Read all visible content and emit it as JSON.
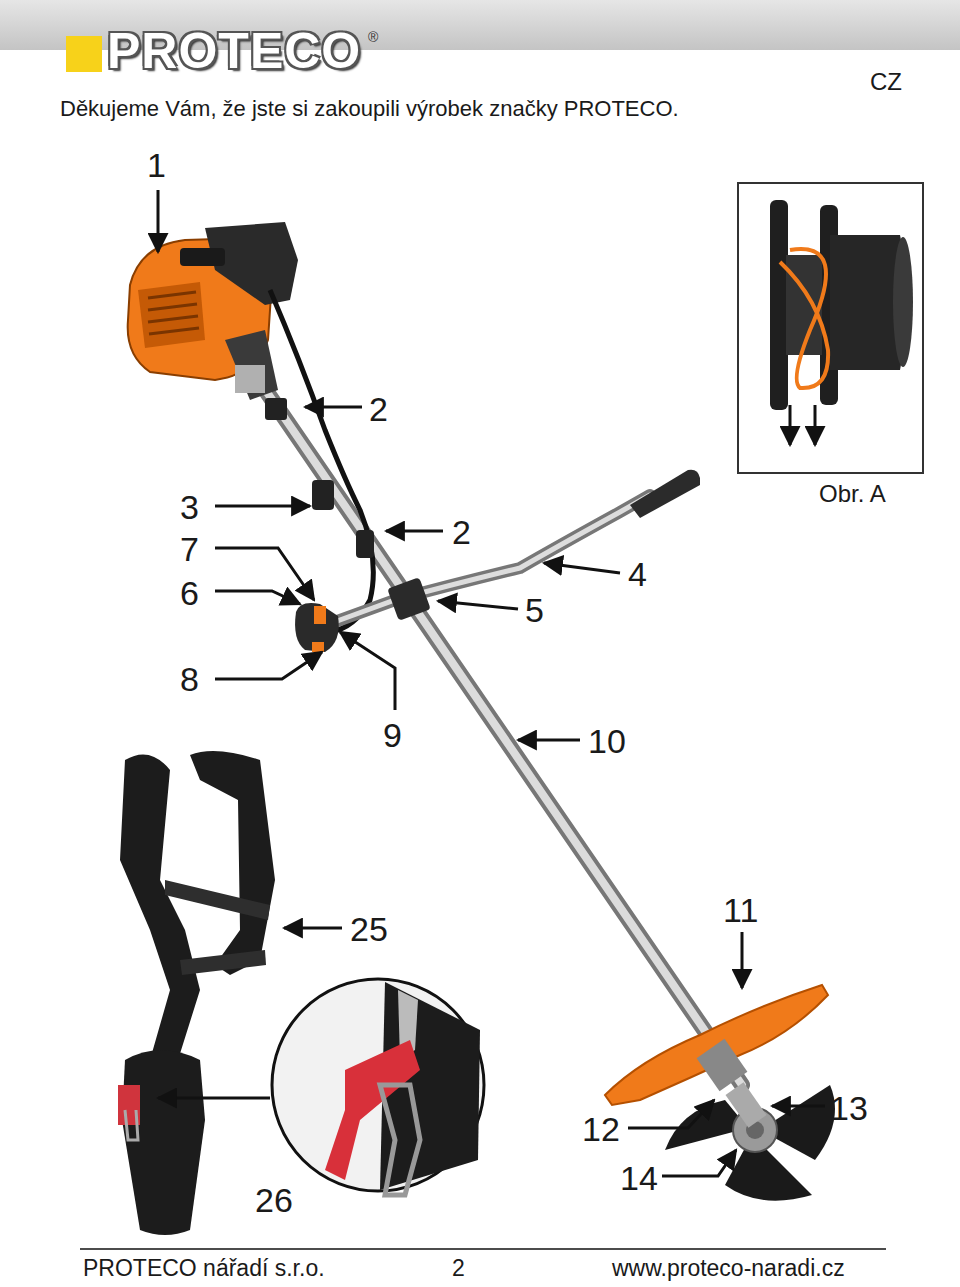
{
  "diagram": {
    "title": "Děkujeme Vám, že jste si zakoupili výrobek značky PROTECO.",
    "nodes": [
      {
        "text": [
          "Obr. A"
        ]
      }
    ],
    "labels": [
      "PROTECO",
      "®",
      "CZ",
      "1",
      "2",
      "3",
      "7",
      "6",
      "2",
      "5",
      "4",
      "8",
      "9",
      "10",
      "25",
      "11",
      "12",
      "13",
      "14",
      "26",
      "PROTECO nářadí s.r.o.",
      "2",
      "www.proteco-naradi.cz"
    ]
  }
}
